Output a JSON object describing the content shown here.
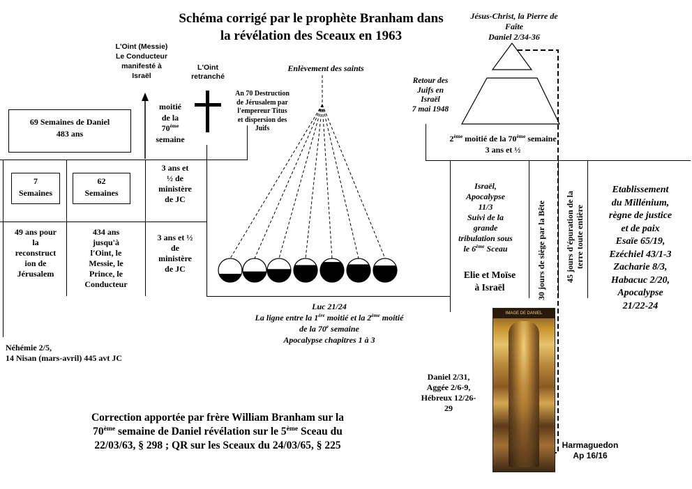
{
  "title": "Schéma corrigé par le prophète Branham dans\nla révélation des Sceaux en 1963",
  "jesus_stone": "Jésus-Christ, la Pierre de Faîte\nDaniel 2/34-36",
  "oint_messie": "L'Oint (Messie)\nLe Conducteur\nmanifesté à\nIsraël",
  "oint_retranche": "L'Oint\nretranché",
  "enlevement": "Enlèvement des saints",
  "retour_juifs": "Retour des\nJuifs en\nIsraël\n7 mai 1948",
  "destruction": "An 70 Destruction\nde Jérusalem par\nl'empereur Titus\net dispersion des\nJuifs",
  "semaines_69": "69  Semaines de Daniel\n483 ans",
  "moitie_70_a": "moitié\nde la\n70",
  "moitie_70_sup": "ème",
  "moitie_70_b": "semaine",
  "second_half_a": "2",
  "second_half_sup1": "ème",
  "second_half_b": " moitié de la 70",
  "second_half_sup2": "ème",
  "second_half_c": " semaine",
  "second_half_d": "3 ans et ½",
  "semaines_7": "7\nSemaines",
  "semaines_62": "62\nSemaines",
  "ministere_1": "3 ans et\n½ de\nministère\nde JC",
  "ans_49": "49 ans pour\nla\nreconstruct\nion de\nJérusalem",
  "ans_434": "434 ans\njusqu'à\nl'Oint, le\nMessie, le\nPrince, le\nConducteur",
  "ministere_2": "3 ans et ½\nde\nministère\nde JC",
  "israel_apoc_a": "Israël,\nApocalypse\n11/3\nSuivi de la\ngrande\ntribulation sous\nle 6",
  "israel_apoc_sup": "ème",
  "israel_apoc_b": " Sceau",
  "elie_moise": "Elie et Moïse\nà Israël",
  "siege_30": "30 jours  de siège par la Bête",
  "epuration_45": "45 jours  d'épuration de la\nterre toute entière",
  "millenium": "Etablissement\ndu Millénium,\nrègne de justice\net de paix\nEsaïe 65/19,\nEzéchiel 43/1-3\nZacharie 8/3,\nHabacuc 2/20,\nApocalypse\n21/22-24",
  "luc_a": "Luc 21/24",
  "luc_b1": "La ligne entre la 1",
  "luc_b_sup1": "ère",
  "luc_b2": " moitié et la 2",
  "luc_b_sup2": "ème",
  "luc_b3": " moitié",
  "luc_c1": "de la 70",
  "luc_c_sup": "e",
  "luc_c2": " semaine",
  "luc_d": "Apocalypse chapitres 1 à 3",
  "nehemie": "Néhémie 2/5,\n 14 Nisan (mars-avril) 445 avt JC",
  "daniel_ref": "Daniel 2/31,\nAggée 2/6-9,\nHébreux 12/26-\n29",
  "correction_a": "Correction apportée par frère William Branham sur la",
  "correction_b1": "70",
  "correction_b_sup": "ème",
  "correction_b2": "  semaine de Daniel révélation sur le 5",
  "correction_b_sup2": "ème",
  "correction_b3": " Sceau du",
  "correction_c": "22/03/63, § 298 ; QR sur les Sceaux du 24/03/65, § 225",
  "harmaguedon": "Harmaguedon\nAp 16/16",
  "image_daniel_label": "IMAGE DE DANIEL",
  "balls": [
    0.35,
    0.45,
    0.55,
    0.72,
    0.85,
    0.75,
    0.7
  ]
}
